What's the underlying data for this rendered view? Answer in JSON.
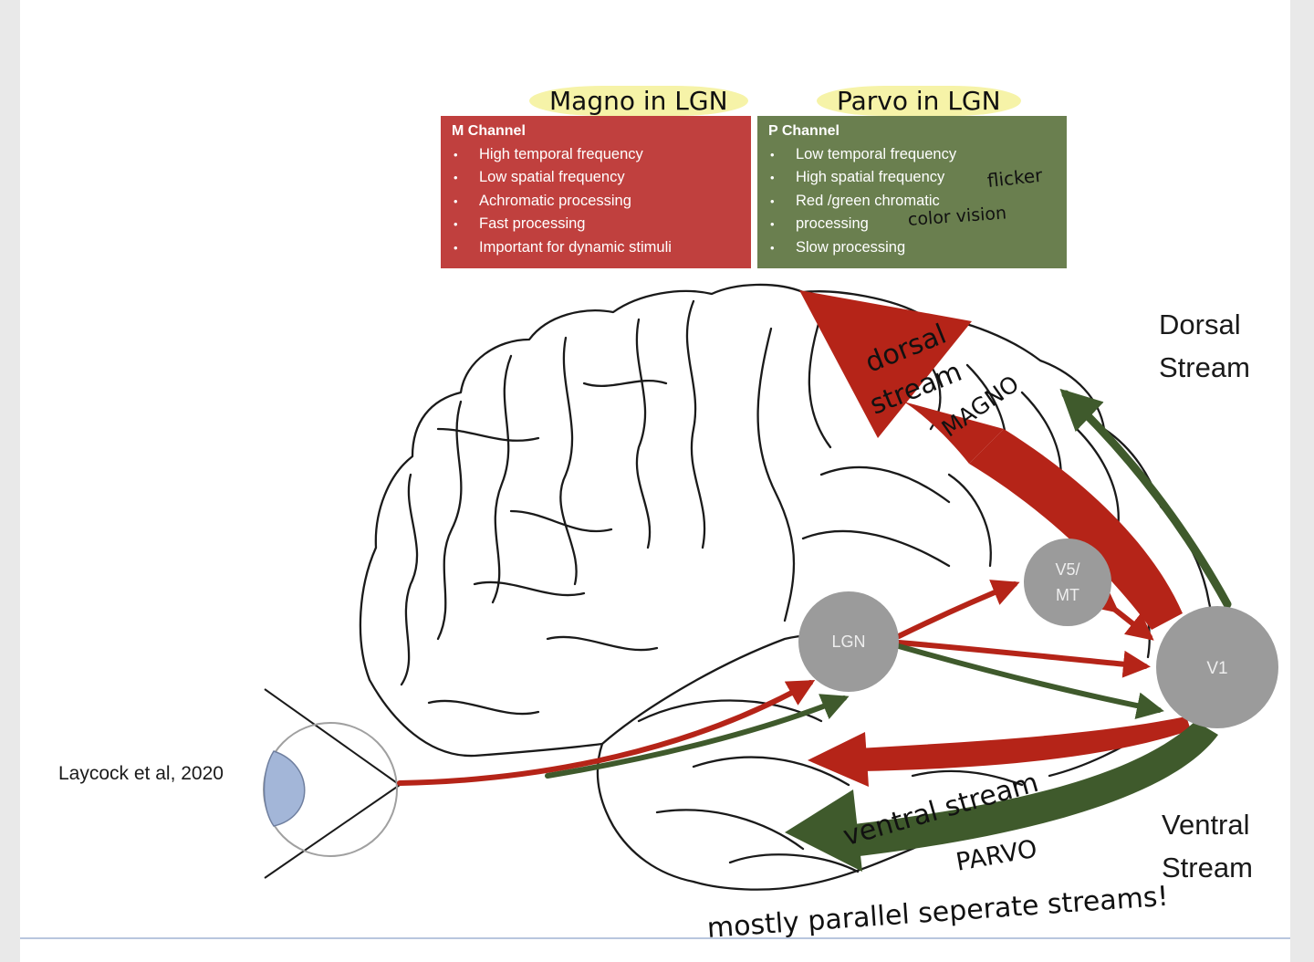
{
  "boxes": {
    "m_channel": {
      "handwritten_header": "Magno in LGN",
      "title": "M Channel",
      "items": [
        "High temporal frequency",
        "Low spatial frequency",
        "Achromatic processing",
        "Fast processing",
        "Important for dynamic stimuli"
      ],
      "color": "#c0403e"
    },
    "p_channel": {
      "handwritten_header": "Parvo in LGN",
      "title": "P Channel",
      "items": [
        "Low temporal frequency",
        "High spatial frequency",
        "Red /green chromatic",
        "processing",
        "Slow processing"
      ],
      "color": "#6a7f4f"
    }
  },
  "nodes": {
    "lgn": "LGN",
    "v5mt_line1": "V5/",
    "v5mt_line2": "MT",
    "v1": "V1"
  },
  "labels": {
    "dorsal_line1": "Dorsal",
    "dorsal_line2": "Stream",
    "ventral_line1": "Ventral",
    "ventral_line2": "Stream",
    "citation": "Laycock et al, 2020"
  },
  "annotations": {
    "flicker": "flicker",
    "color_vision": "color vision",
    "dorsal_line1": "dorsal",
    "dorsal_line2": "stream",
    "magno": "MAGNO",
    "ventral": "ventral stream",
    "parvo": "PARVO",
    "bottom_note": "mostly parallel seperate streams!"
  },
  "colors": {
    "magno_red": "#b52418",
    "parvo_green": "#3f5a2c",
    "node_gray": "#9b9b9b",
    "eye_blue": "#a3b6d8"
  }
}
